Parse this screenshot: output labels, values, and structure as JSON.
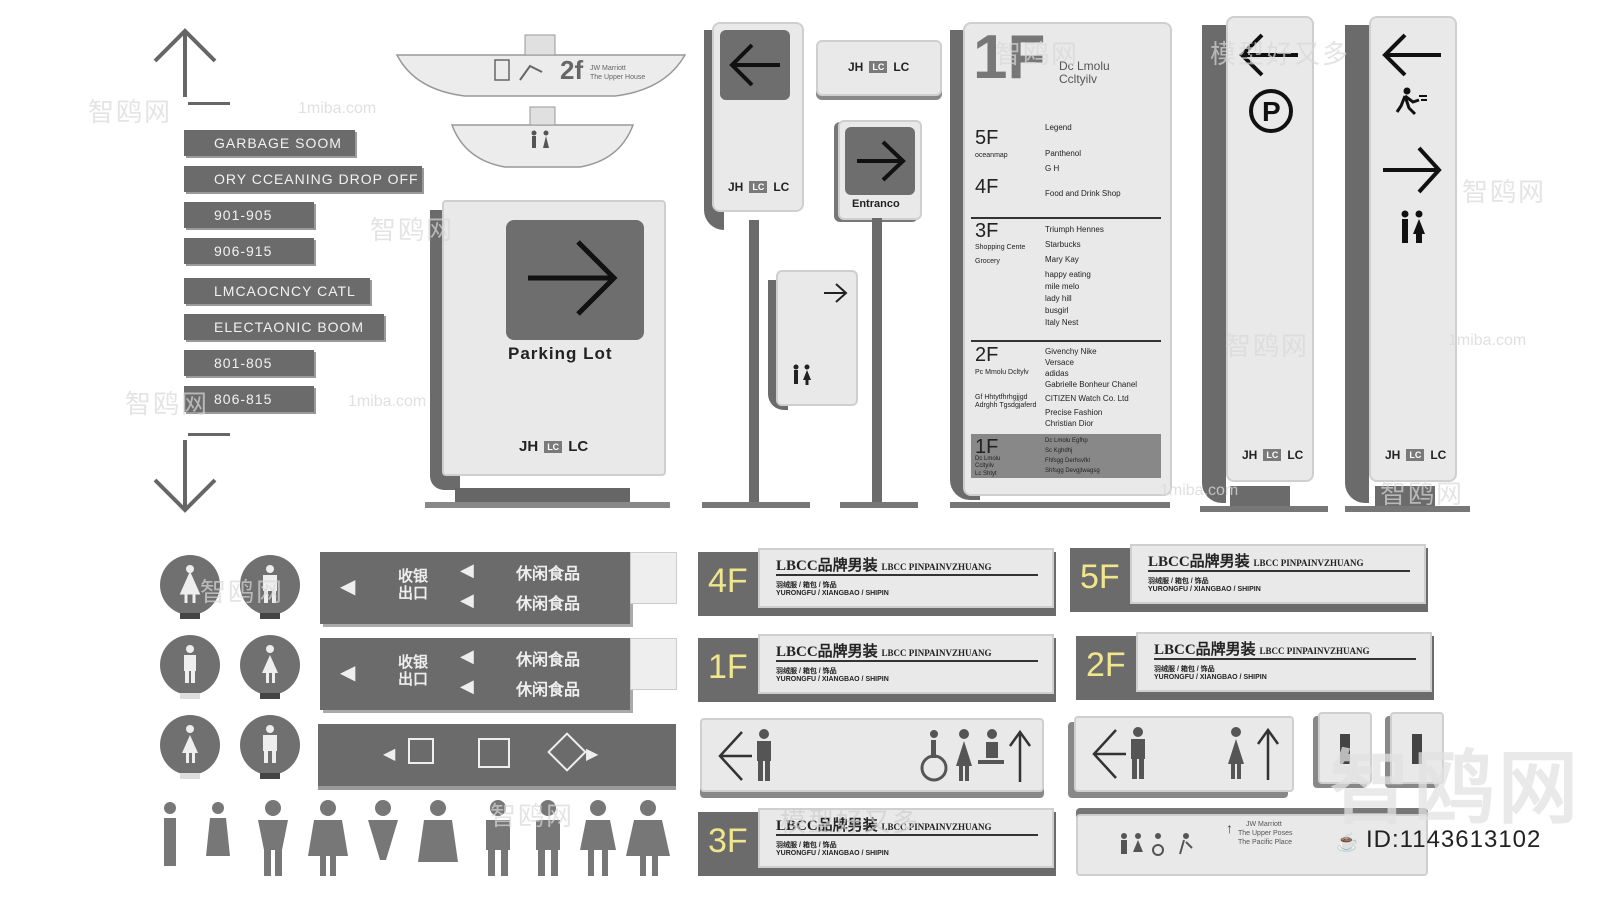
{
  "watermarks": {
    "site_cn": "智鸥网",
    "site_domain": "1miba.com",
    "slogan": "模型好又多",
    "id_text": "ID:1143613102",
    "big_logo": "智鸥网"
  },
  "room_signs": [
    "GARBAGE SOOM",
    "ORY CCEANING DROP OFF",
    "901-905",
    "906-915",
    "LMCAOCNCY CATL",
    "ELECTAONIC BOOM",
    "801-805",
    "806-815"
  ],
  "ceiling_sign": {
    "floor": "2f",
    "hotel": "JW Marriott",
    "sub": "The Upper House"
  },
  "brand": {
    "left": "JH",
    "mid": "LC",
    "right": "LC"
  },
  "parking_sign": {
    "label": "Parking Lot"
  },
  "entrance_sign": {
    "label": "Entranco"
  },
  "directory": {
    "big_floor": "1F",
    "title_line1": "Dc Lmolu",
    "title_line2": "Ccltyilv",
    "legend": "Legend",
    "rows": [
      {
        "floor": "5F",
        "sub": "oceanmap",
        "items": [
          "Panthenol",
          "G  H"
        ]
      },
      {
        "floor": "4F",
        "sub": "",
        "items": [
          "Food and Drink Shop"
        ]
      },
      {
        "floor": "3F",
        "sub": "Shopping Cente",
        "extra": "Grocery",
        "items": [
          "Triumph Hennes",
          "Starbucks",
          "Mary Kay",
          "happy eating",
          "mile melo",
          "lady hill",
          "busgirl",
          "Italy Nest"
        ]
      },
      {
        "floor": "2F",
        "sub": "Pc Mmolu Dcltylv",
        "extra": "Gf Hhtytfhrhgjjgd Adrghh Tgsdgjaferd",
        "items": [
          "Givenchy  Nike",
          "Versace",
          "adidas",
          "Gabrielle Bonheur Chanel",
          "CITIZEN Watch Co. Ltd",
          "Precise Fashion",
          "Christian Dior"
        ]
      },
      {
        "floor": "1F",
        "sub": "Dc Lmolu Ccltyilv",
        "extra": "Lc Shtyt",
        "items": [
          "Dc Lmolu Egfhp",
          "Sc Kghdhj",
          "Fhfsgg Derhsvfkl",
          "Shfsgg Devgjtwagsg"
        ]
      }
    ]
  },
  "market_signs": {
    "cashier": "收银出口",
    "snack": "休闲食品"
  },
  "floor_banners": [
    {
      "floor": "4F",
      "title": "LBCC品牌男装",
      "title_en": "LBCC PINPAINVZHUANG",
      "cats": "羽绒服 / 箱包 / 饰品",
      "cats_en": "YURONGFU / XIANGBAO / SHIPIN"
    },
    {
      "floor": "5F",
      "title": "LBCC品牌男装",
      "title_en": "LBCC PINPAINVZHUANG",
      "cats": "羽绒服 / 箱包 / 饰品",
      "cats_en": "YURONGFU / XIANGBAO / SHIPIN"
    },
    {
      "floor": "1F",
      "title": "LBCC品牌男装",
      "title_en": "LBCC PINPAINVZHUANG",
      "cats": "羽绒服 / 箱包 / 饰品",
      "cats_en": "YURONGFU / XIANGBAO / SHIPIN"
    },
    {
      "floor": "2F",
      "title": "LBCC品牌男装",
      "title_en": "LBCC PINPAINVZHUANG",
      "cats": "羽绒服 / 箱包 / 饰品",
      "cats_en": "YURONGFU / XIANGBAO / SHIPIN"
    },
    {
      "floor": "3F",
      "title": "LBCC品牌男装",
      "title_en": "LBCC PINPAINVZHUANG",
      "cats": "羽绒服 / 箱包 / 饰品",
      "cats_en": "YURONGFU / XIANGBAO / SHIPIN"
    }
  ],
  "bottom_bar": {
    "hotel": "JW Marriott",
    "line2": "The Upper Poses",
    "line3": "The Pacific Place"
  },
  "colors": {
    "sign_dark": "#6b6b6b",
    "sign_light": "#e9e9e9",
    "floor_text": "#f0e68c"
  }
}
